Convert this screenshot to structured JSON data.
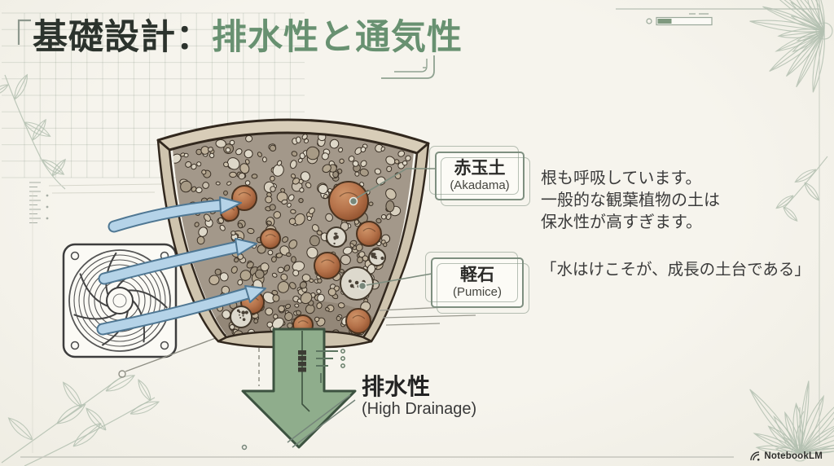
{
  "slide": {
    "header": {
      "title_prefix": "基礎設計：",
      "title_highlight": "排水性と通気性"
    },
    "annotations": {
      "akadama": {
        "jp": "赤玉土",
        "en": "(Akadama)"
      },
      "pumice": {
        "jp": "軽石",
        "en": "(Pumice)"
      },
      "drainage": {
        "jp": "排水性",
        "en": "(High Drainage)"
      }
    },
    "body": {
      "line1": "根も呼吸しています。",
      "line2": "一般的な観葉植物の土は",
      "line3": "保水性が高すぎます。",
      "quote": "「水はけこそが、成長の土台である」"
    },
    "footer": {
      "brand": "NotebookLM"
    },
    "colors": {
      "accent_green": "#689171",
      "ink": "#2c332d",
      "arrow_green": "#8fad8c",
      "arrow_green_outline": "#3c5240",
      "arrow_blue": "#b5d3e8",
      "arrow_blue_outline": "#4f7793",
      "paper": "#f3f1ea",
      "decor_green": "#b3bfb0",
      "pot_wall": "#cfc4ae",
      "pot_outline": "#32281e",
      "soil_base": "#a3988a"
    }
  }
}
